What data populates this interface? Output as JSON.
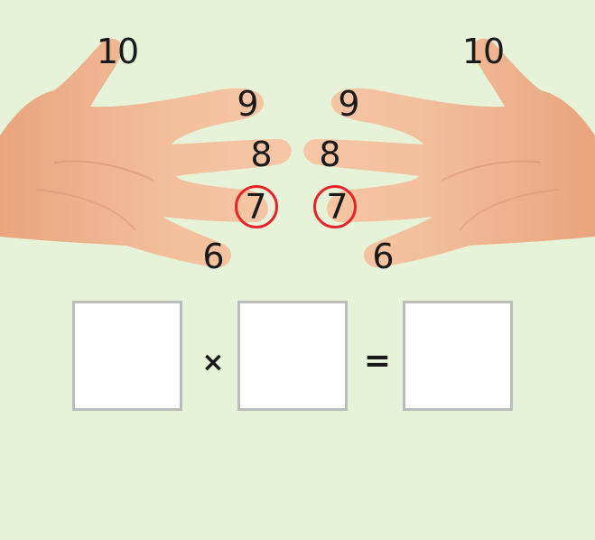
{
  "left_hand": {
    "fingers": [
      "10",
      "9",
      "8",
      "7",
      "6"
    ],
    "selected": "7"
  },
  "right_hand": {
    "fingers": [
      "10",
      "9",
      "8",
      "7",
      "6"
    ],
    "selected": "7"
  },
  "equation": {
    "times_sign": "×",
    "equals_sign": "="
  },
  "colors": {
    "background": "#e6f3d9",
    "skin": "#f0b58f",
    "circle": "#e8232a",
    "box_border": "#bcbcbc"
  }
}
